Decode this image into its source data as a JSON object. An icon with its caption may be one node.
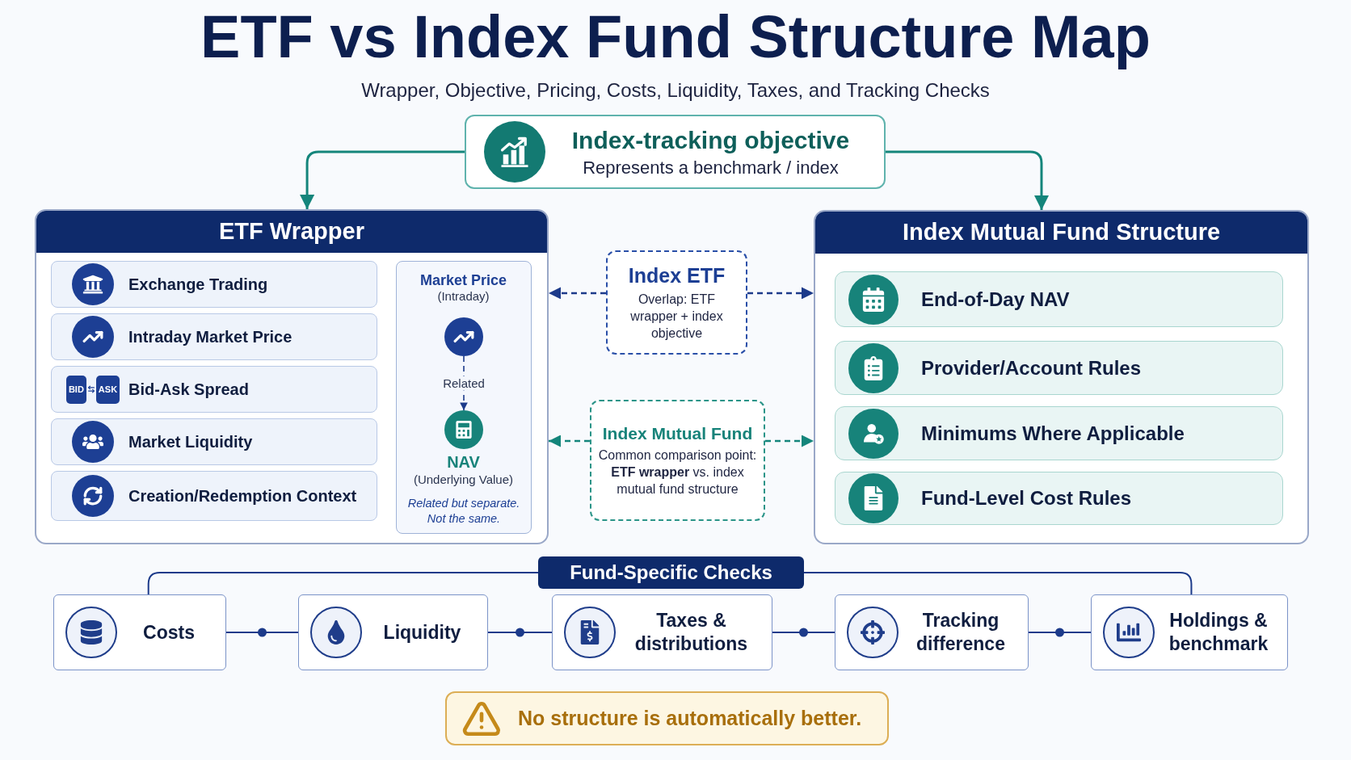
{
  "diagram": {
    "title": "ETF vs Index Fund Structure Map",
    "nodes": [
      {
        "text": [
          "Index-tracking objective",
          "Represents a benchmark / index"
        ]
      },
      {
        "text": [
          "ETF Wrapper"
        ]
      },
      {
        "text": [
          "Exchange Trading"
        ],
        "in": 1
      },
      {
        "text": [
          "Intraday Market Price"
        ],
        "in": 1
      },
      {
        "text": [
          "BID",
          "ASK",
          "Bid-Ask Spread"
        ],
        "in": 1
      },
      {
        "text": [
          "Market Liquidity"
        ],
        "in": 1
      },
      {
        "text": [
          "Creation/Redemption Context"
        ],
        "in": 1
      },
      {
        "text": [
          "Related but separate. Not the same."
        ],
        "in": 1
      },
      {
        "text": [
          "Market Price",
          "(Intraday)"
        ],
        "in": 7
      },
      {
        "text": [
          "NAV",
          "(Underlying Value)"
        ],
        "in": 7
      },
      {
        "text": [
          "Index ETF",
          "Overlap: ETF wrapper + index objective"
        ]
      },
      {
        "text": [
          "Index Mutual Fund",
          "Common comparison point: **ETF wrapper** vs. index mutual fund structure"
        ]
      },
      {
        "text": [
          "Index Mutual Fund Structure"
        ]
      },
      {
        "text": [
          "End-of-Day NAV"
        ],
        "in": 12
      },
      {
        "text": [
          "Provider/Account Rules"
        ],
        "in": 12
      },
      {
        "text": [
          "Minimums Where Applicable"
        ],
        "in": 12
      },
      {
        "text": [
          "Fund-Level Cost Rules"
        ],
        "in": 12
      },
      {
        "text": [
          "Fund-Specific Checks"
        ]
      },
      {
        "text": [
          "Costs"
        ]
      },
      {
        "text": [
          "Liquidity"
        ]
      },
      {
        "text": [
          "Taxes & distributions"
        ]
      },
      {
        "text": [
          "Tracking difference"
        ]
      },
      {
        "text": [
          "Holdings & benchmark"
        ]
      },
      {
        "text": [
          "No structure is automatically better."
        ]
      }
    ],
    "edges": [
      {
        "from": 0,
        "to": 1,
        "arrow": "to",
        "color": "#14857b"
      },
      {
        "from": 0,
        "to": 12,
        "arrow": "to",
        "color": "#14857b"
      },
      {
        "from": 8,
        "to": 9,
        "arrow": "to",
        "label": "Related",
        "style": "dashed"
      },
      {
        "from": 10,
        "to": 1,
        "arrow": "to",
        "style": "dashed"
      },
      {
        "from": 10,
        "to": 12,
        "arrow": "to",
        "style": "dashed"
      },
      {
        "from": 11,
        "to": 1,
        "arrow": "to",
        "style": "dashed",
        "color": "#14857b"
      },
      {
        "from": 11,
        "to": 12,
        "arrow": "to",
        "style": "dashed",
        "color": "#14857b"
      },
      {
        "from": 17,
        "to": 18,
        "arrow": "none"
      },
      {
        "from": 17,
        "to": 22,
        "arrow": "none"
      },
      {
        "from": 18,
        "to": 19,
        "arrow": "none"
      },
      {
        "from": 19,
        "to": 20,
        "arrow": "none"
      },
      {
        "from": 20,
        "to": 21,
        "arrow": "none"
      },
      {
        "from": 21,
        "to": 22,
        "arrow": "none"
      }
    ],
    "labels": [
      "Wrapper, Objective, Pricing, Costs, Liquidity, Taxes, and Tracking Checks"
    ]
  }
}
